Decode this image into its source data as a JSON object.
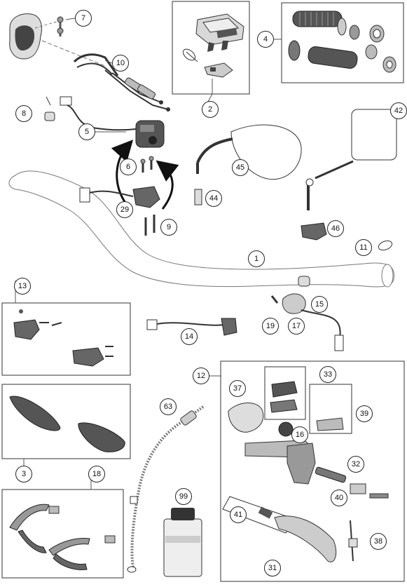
{
  "callouts": {
    "c1": "1",
    "c2": "2",
    "c3": "3",
    "c4": "4",
    "c5": "5",
    "c6": "6",
    "c7": "7",
    "c8": "8",
    "c9": "9",
    "c10": "10",
    "c11": "11",
    "c12": "12",
    "c13": "13",
    "c14": "14",
    "c15": "15",
    "c16": "16",
    "c17": "17",
    "c18": "18",
    "c19": "19",
    "c29": "29",
    "c31": "31",
    "c32": "32",
    "c33": "33",
    "c37": "37",
    "c38": "38",
    "c39": "39",
    "c40": "40",
    "c41": "41",
    "c42": "42",
    "c44": "44",
    "c45": "45",
    "c46": "46",
    "c63": "63",
    "c99": "99"
  },
  "colors": {
    "line": "#555555",
    "box": "#333333",
    "part_dark": "#3a3a3a",
    "part_mid": "#9a9a9a",
    "part_light": "#d9d9d9"
  }
}
